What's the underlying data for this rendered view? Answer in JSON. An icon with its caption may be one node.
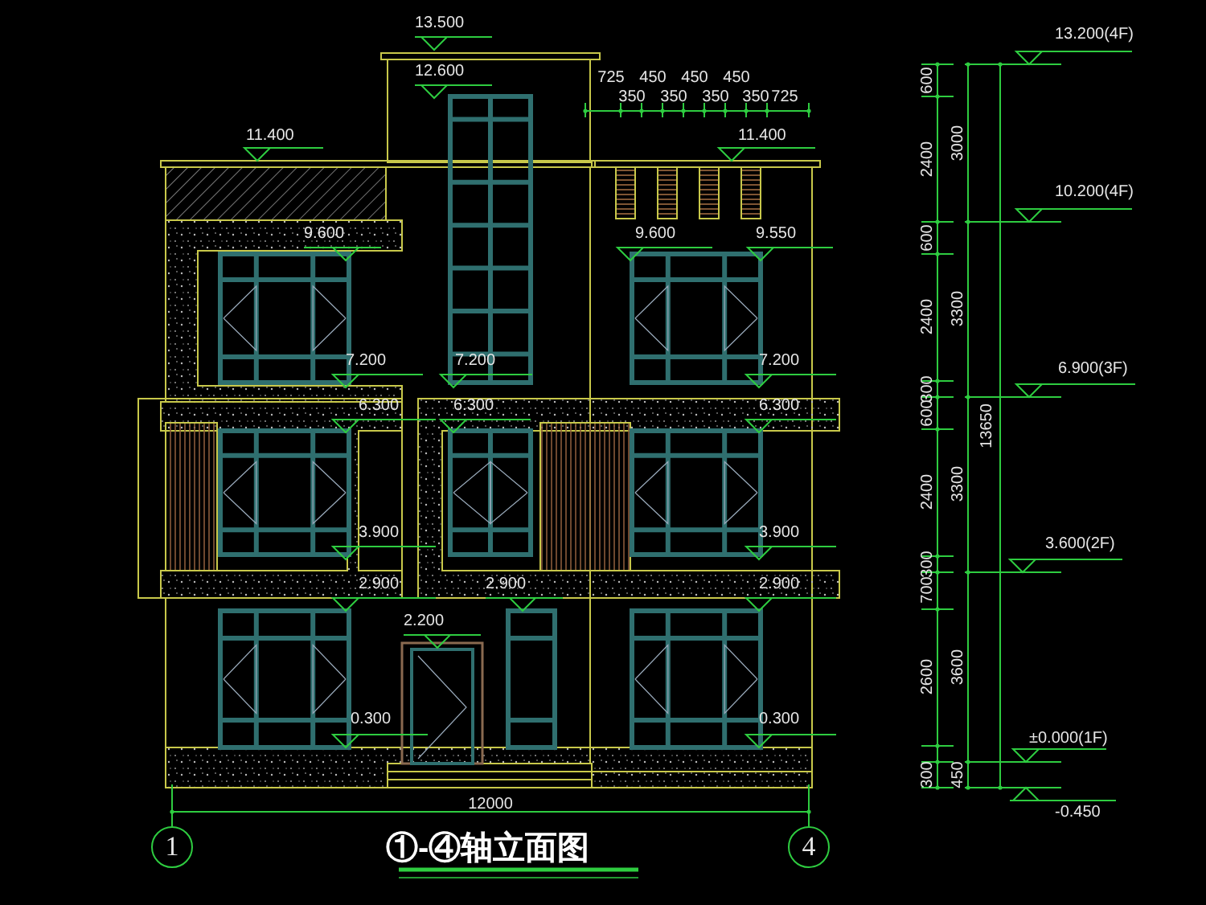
{
  "diagram": {
    "title": "①-④轴立面图",
    "labels": [
      "13.500",
      "12.600",
      "725",
      "350",
      "450",
      "350",
      "450",
      "350",
      "450",
      "350",
      "725",
      "11.400",
      "11.400",
      "9.600",
      "9.600",
      "9.550",
      "7.200",
      "7.200",
      "7.200",
      "6.300",
      "6.300",
      "6.300",
      "3.900",
      "3.900",
      "2.900",
      "2.900",
      "2.900",
      "2.200",
      "0.300",
      "0.300",
      "12000",
      "1",
      "4",
      "13.200(4F)",
      "10.200(4F)",
      "6.900(3F)",
      "3.600(2F)",
      "±0.000(1F)",
      "-0.450",
      "600",
      "2400",
      "600",
      "2400",
      "300",
      "600",
      "2400",
      "300",
      "700",
      "2600",
      "300",
      "3000",
      "3300",
      "3300",
      "3600",
      "450",
      "13650"
    ]
  }
}
